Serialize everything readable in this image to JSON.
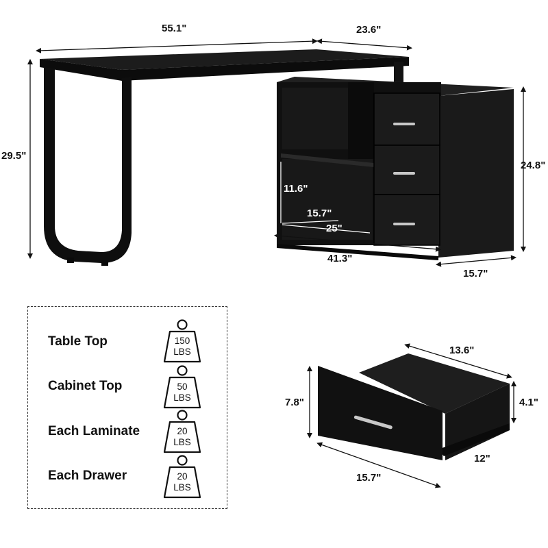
{
  "dimensions": {
    "desk_width": "55.1\"",
    "desk_depth": "23.6\"",
    "desk_height": "29.5\"",
    "cabinet_height": "24.8\"",
    "cabinet_width": "41.3\"",
    "cabinet_depth": "15.7\"",
    "shelf_height": "11.6\"",
    "shelf_depth": "15.7\"",
    "shelf_width": "25\""
  },
  "drawer": {
    "inner_width": "13.6\"",
    "front_height": "7.8\"",
    "inner_height": "4.1\"",
    "depth": "12\"",
    "front_width": "15.7\""
  },
  "load_capacity": [
    {
      "label": "Table Top",
      "value": "150",
      "unit": "LBS"
    },
    {
      "label": "Cabinet Top",
      "value": "50",
      "unit": "LBS"
    },
    {
      "label": "Each Laminate",
      "value": "20",
      "unit": "LBS"
    },
    {
      "label": "Each Drawer",
      "value": "20",
      "unit": "LBS"
    }
  ],
  "colors": {
    "furniture": "#141414",
    "shade": "#262626",
    "line": "#111111"
  }
}
